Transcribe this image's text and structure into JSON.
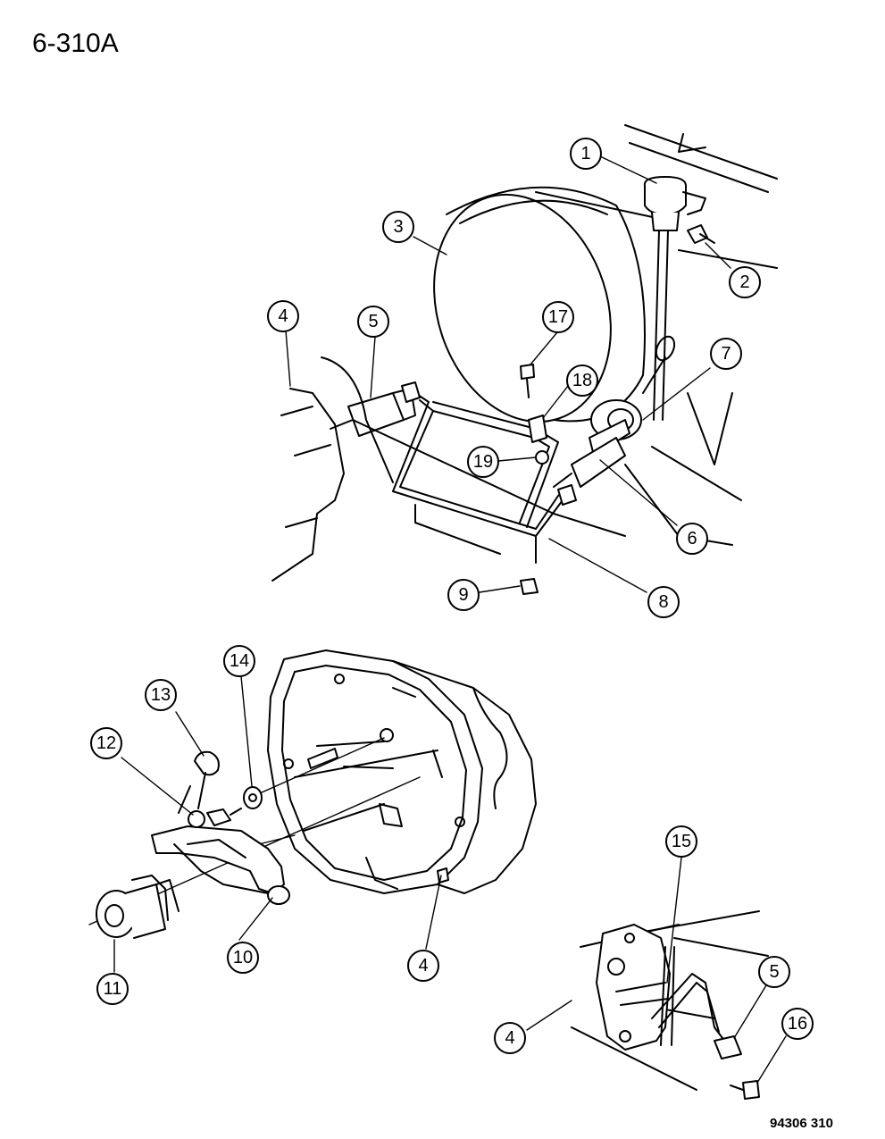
{
  "page_code": "6-310A",
  "drawing_number": "94306 310",
  "callouts": [
    {
      "label": "1"
    },
    {
      "label": "2"
    },
    {
      "label": "3"
    },
    {
      "label": "4"
    },
    {
      "label": "5"
    },
    {
      "label": "17"
    },
    {
      "label": "18"
    },
    {
      "label": "19"
    },
    {
      "label": "7"
    },
    {
      "label": "6"
    },
    {
      "label": "8"
    },
    {
      "label": "9"
    },
    {
      "label": "13"
    },
    {
      "label": "14"
    },
    {
      "label": "12"
    },
    {
      "label": "10"
    },
    {
      "label": "11"
    },
    {
      "label": "4"
    },
    {
      "label": "15"
    },
    {
      "label": "5"
    },
    {
      "label": "16"
    },
    {
      "label": "4"
    }
  ]
}
